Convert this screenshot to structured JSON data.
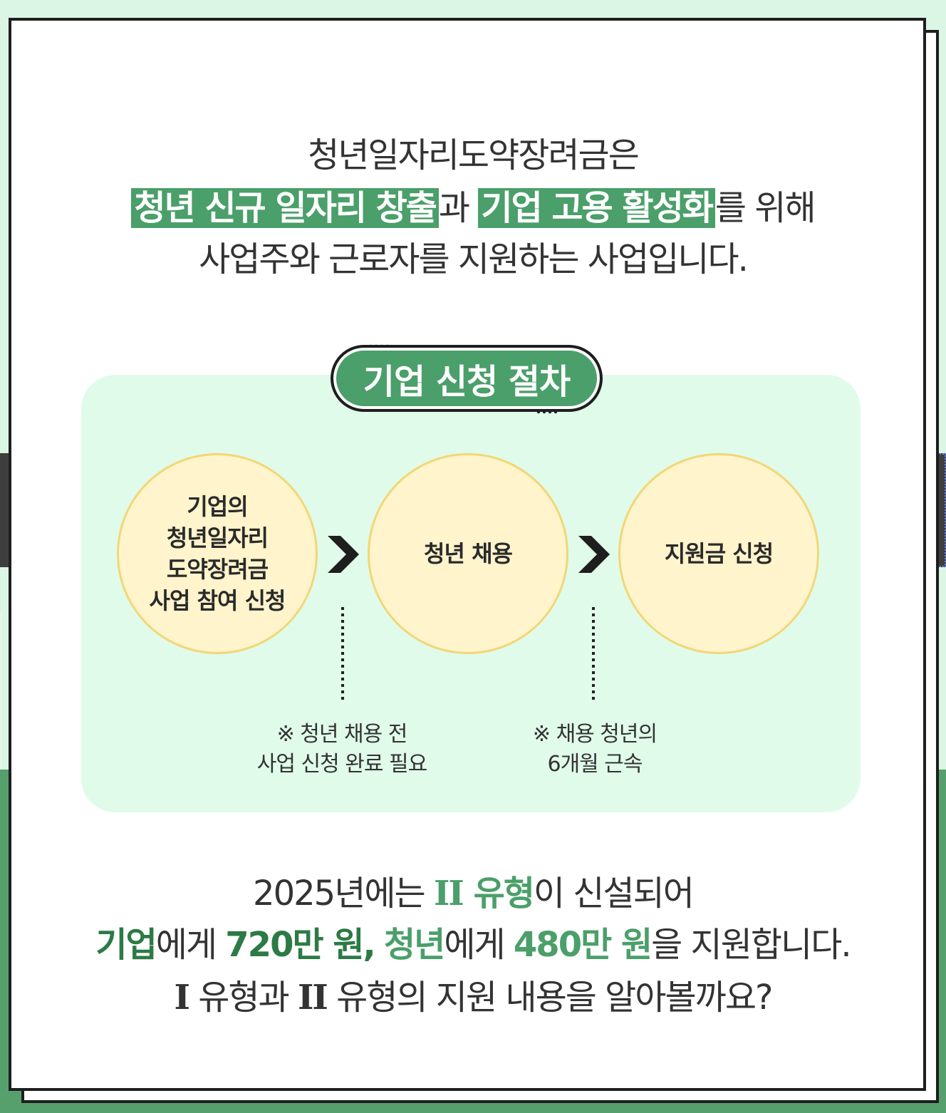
{
  "intro": {
    "line1": "청년일자리도약장려금은",
    "hl1": "청년 신규 일자리 창출",
    "mid1": "과 ",
    "hl2": "기업 고용 활성화",
    "tail1": "를 위해",
    "line3": "사업주와 근로자를 지원하는 사업입니다."
  },
  "process": {
    "title": "기업 신청 절차",
    "steps": [
      {
        "lines": [
          "기업의",
          "청년일자리",
          "도약장려금",
          "사업 참여 신청"
        ]
      },
      {
        "label": "청년 채용"
      },
      {
        "label": "지원금 신청"
      }
    ],
    "arrow_icon": "chevron-right-icon",
    "notes": [
      {
        "line1": "※ 청년 채용 전",
        "line2": "사업 신청 완료 필요"
      },
      {
        "line1": "※ 채용 청년의",
        "line2": "6개월 근속"
      }
    ]
  },
  "outro": {
    "l1_a": "2025년에는 ",
    "l1_roman": "II",
    "l1_type": " 유형",
    "l1_b": "이 신설되어",
    "l2_a": "기업",
    "l2_b": "에게 ",
    "l2_c": "720만 원,",
    "l2_d": " ",
    "l2_e": "청년",
    "l2_f": "에게 ",
    "l2_g": "480만 원",
    "l2_h": "을 지원합니다.",
    "l3_roman1": "I",
    "l3_a": " 유형과 ",
    "l3_roman2": "II",
    "l3_b": " 유형의 지원 내용을 알아볼까요?"
  },
  "colors": {
    "accent_green": "#4b9f6a",
    "dark_green": "#2c7a45",
    "circle_fill": "#fff4cc",
    "panel_fill": "#e0fbea"
  }
}
